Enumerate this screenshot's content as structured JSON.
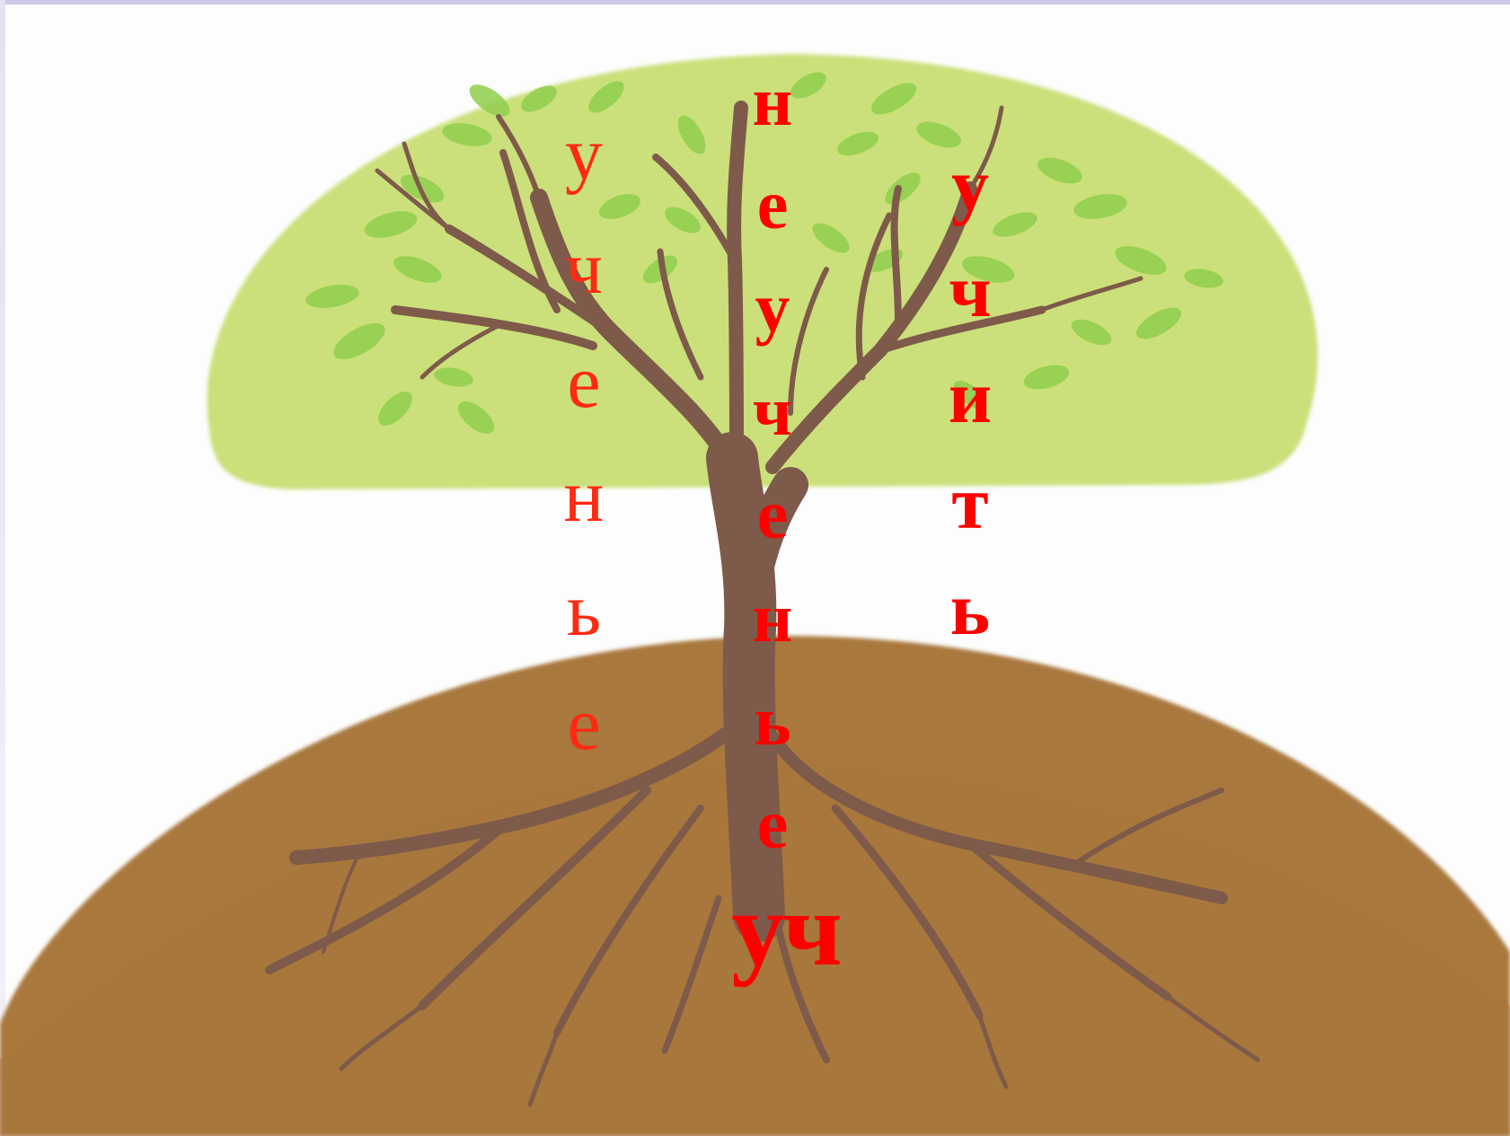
{
  "words": {
    "left_word_letters": [
      "у",
      "ч",
      "е",
      "н",
      "ь",
      "е"
    ],
    "middle_word_letters": [
      "н",
      "е",
      "у",
      "ч",
      "е",
      "н",
      "ь",
      "е"
    ],
    "right_word_letters": [
      "у",
      "ч",
      "и",
      "т",
      "ь"
    ],
    "root": "уч"
  },
  "colors": {
    "text_red": "#ff0000",
    "crown_green": "#cbe07a",
    "leaf_green": "#8ccd4a",
    "soil_brown": "#a9783d",
    "trunk_brown": "#7e5a4a"
  }
}
